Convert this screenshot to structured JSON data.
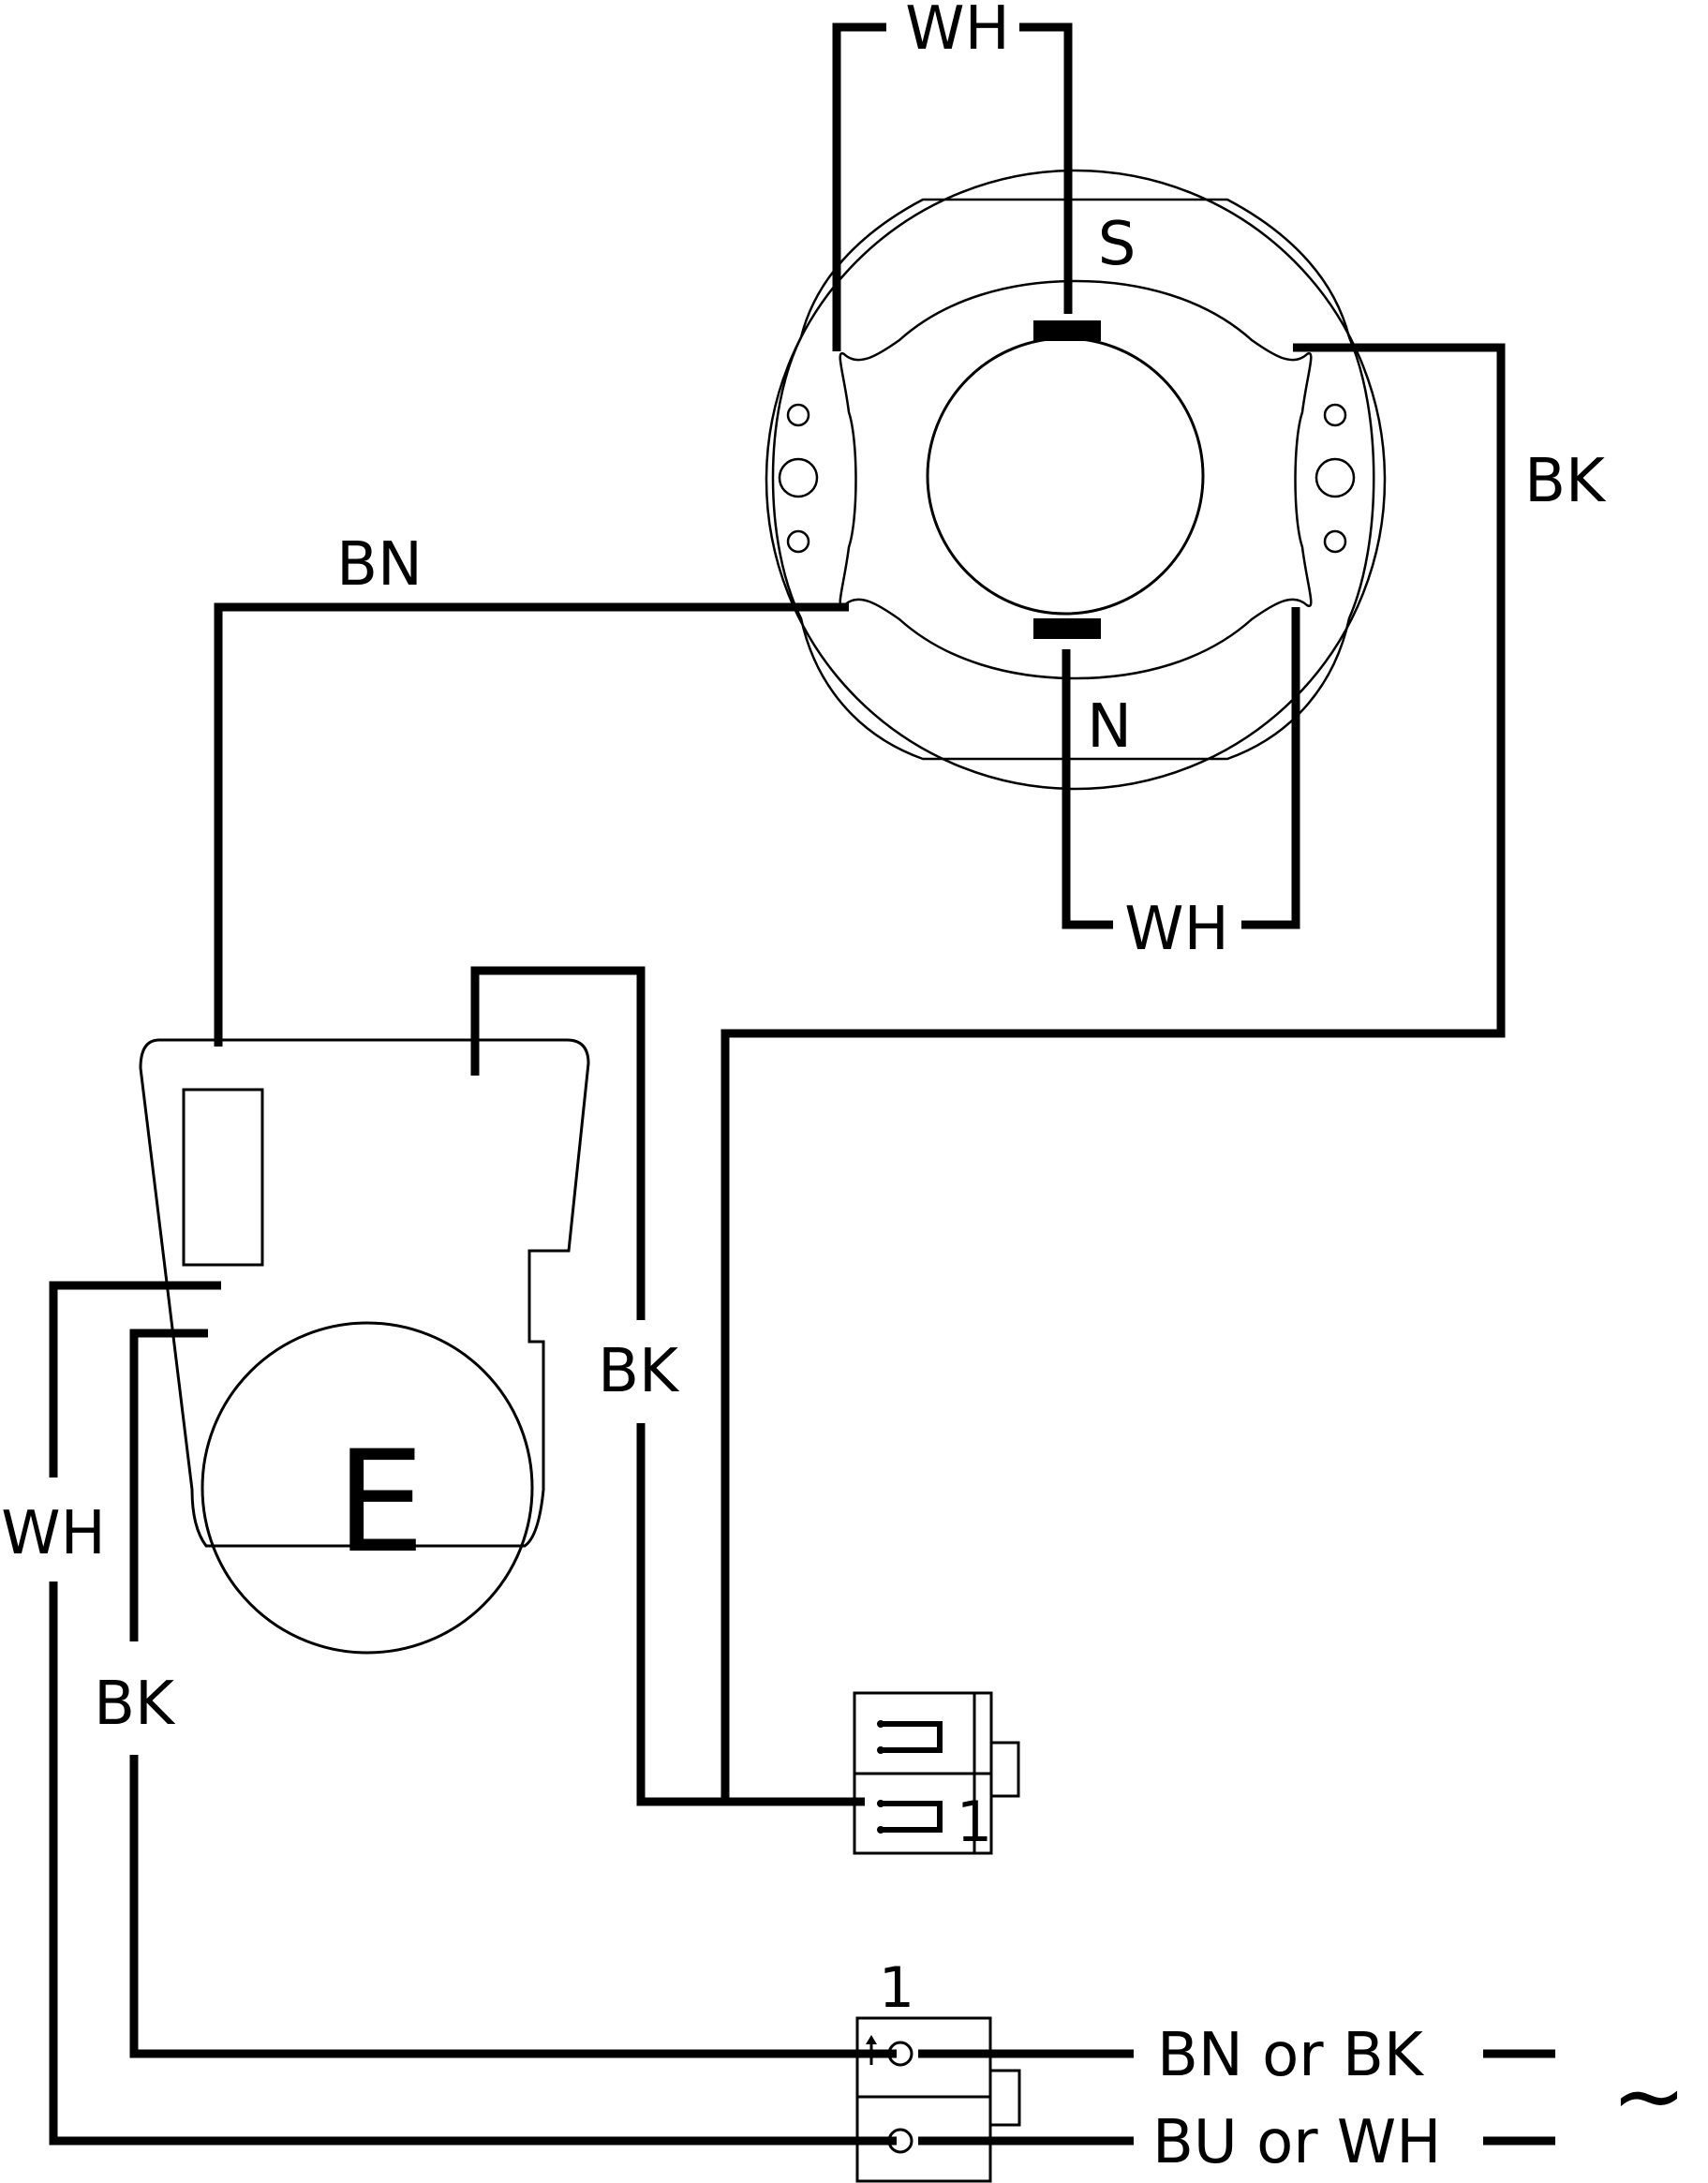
{
  "labels": {
    "wh_top": "WH",
    "s_pole": "S",
    "n_pole": "N",
    "wh_bottom_motor": "WH",
    "bk_right": "BK",
    "bn_left": "BN",
    "bk_middle": "BK",
    "wh_left": "WH",
    "bk_left": "BK",
    "e_component": "E",
    "terminal_number_upper": "1",
    "terminal_number_lower": "1",
    "supply_line_1": "BN or BK",
    "supply_line_2": "BU or WH",
    "ac_symbol": "~"
  }
}
